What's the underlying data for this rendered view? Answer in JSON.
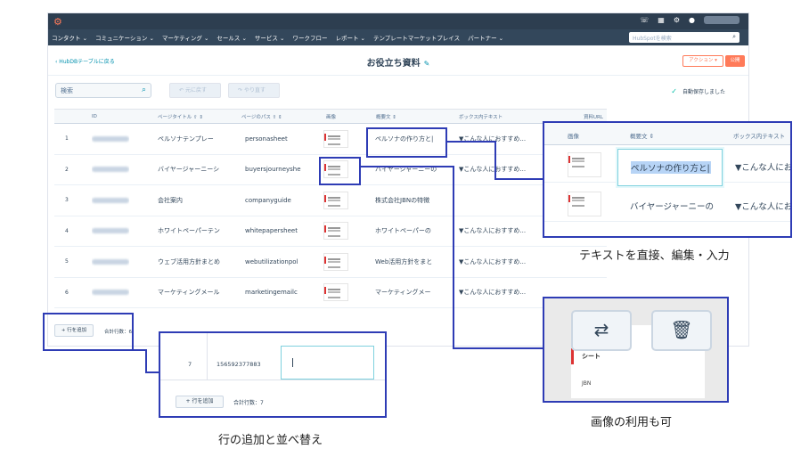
{
  "navbar": {
    "items": [
      "コンタクト ⌄",
      "コミュニケーション ⌄",
      "マーケティング ⌄",
      "セールス ⌄",
      "サービス ⌄",
      "ワークフロー",
      "レポート ⌄",
      "テンプレートマーケットプレイス",
      "パートナー ⌄"
    ],
    "search_placeholder": "HubSpotを検索"
  },
  "header": {
    "back_link": "‹ HubDBテーブルに戻る",
    "title": "お役立ち資料",
    "action_button": "アクション ▾",
    "publish_button": "公開"
  },
  "toolbar": {
    "search_placeholder": "検索",
    "undo": "元に戻す",
    "redo": "やり直す",
    "autosave": "自動保存しました"
  },
  "table": {
    "columns": [
      "ID",
      "ページタイトル ⇧ ⇕",
      "ページのパス ⇧ ⇕",
      "画像",
      "概要文 ⇕",
      "ボックス内テキスト",
      "資料URL"
    ],
    "rows": [
      {
        "num": "1",
        "title": "ペルソナテンプレー",
        "path": "personasheet",
        "summary": "ペルソナの作り方と|",
        "box": "▼こんな人におすすめ..."
      },
      {
        "num": "2",
        "title": "バイヤージャーニーシ",
        "path": "buyersjourneyshe",
        "summary": "バイヤージャーニーの",
        "box": "▼こんな人におすすめ..."
      },
      {
        "num": "3",
        "title": "会社案内",
        "path": "companyguide",
        "summary": "株式会社JBNの特徴",
        "box": ""
      },
      {
        "num": "4",
        "title": "ホワイトペーパーテン",
        "path": "whitepapersheet",
        "summary": "ホワイトペーパーの",
        "box": "▼こんな人におすすめ..."
      },
      {
        "num": "5",
        "title": "ウェブ活用方針まとめ",
        "path": "webutilizationpol",
        "summary": "Web活用方針をまと",
        "box": "▼こんな人におすすめ..."
      },
      {
        "num": "6",
        "title": "マーケティングメール",
        "path": "marketingemailc",
        "summary": "マーケティングメー",
        "box": "▼こんな人におすすめ..."
      }
    ],
    "add_row": "+ 行を追加",
    "total": "合計行数：6"
  },
  "zoom_edit": {
    "headers": [
      "画像",
      "概要文 ⇕",
      "ボックス内テキスト"
    ],
    "row1_summary": "ペルソナの作り方と|",
    "row1_box": "▼こんな人にお",
    "row2_summary": "バイヤージャーニーの",
    "row2_box": "▼こんな人にお"
  },
  "zoom_image": {
    "sheet_text": "シート",
    "logo": "JBN"
  },
  "zoom_add": {
    "row_num": "7",
    "row_id": "156592377883",
    "add_row": "+ 行を追加",
    "total": "合計行数：7"
  },
  "captions": {
    "edit": "テキストを直接、編集・入力",
    "image": "画像の利用も可",
    "add": "行の追加と並べ替え"
  }
}
